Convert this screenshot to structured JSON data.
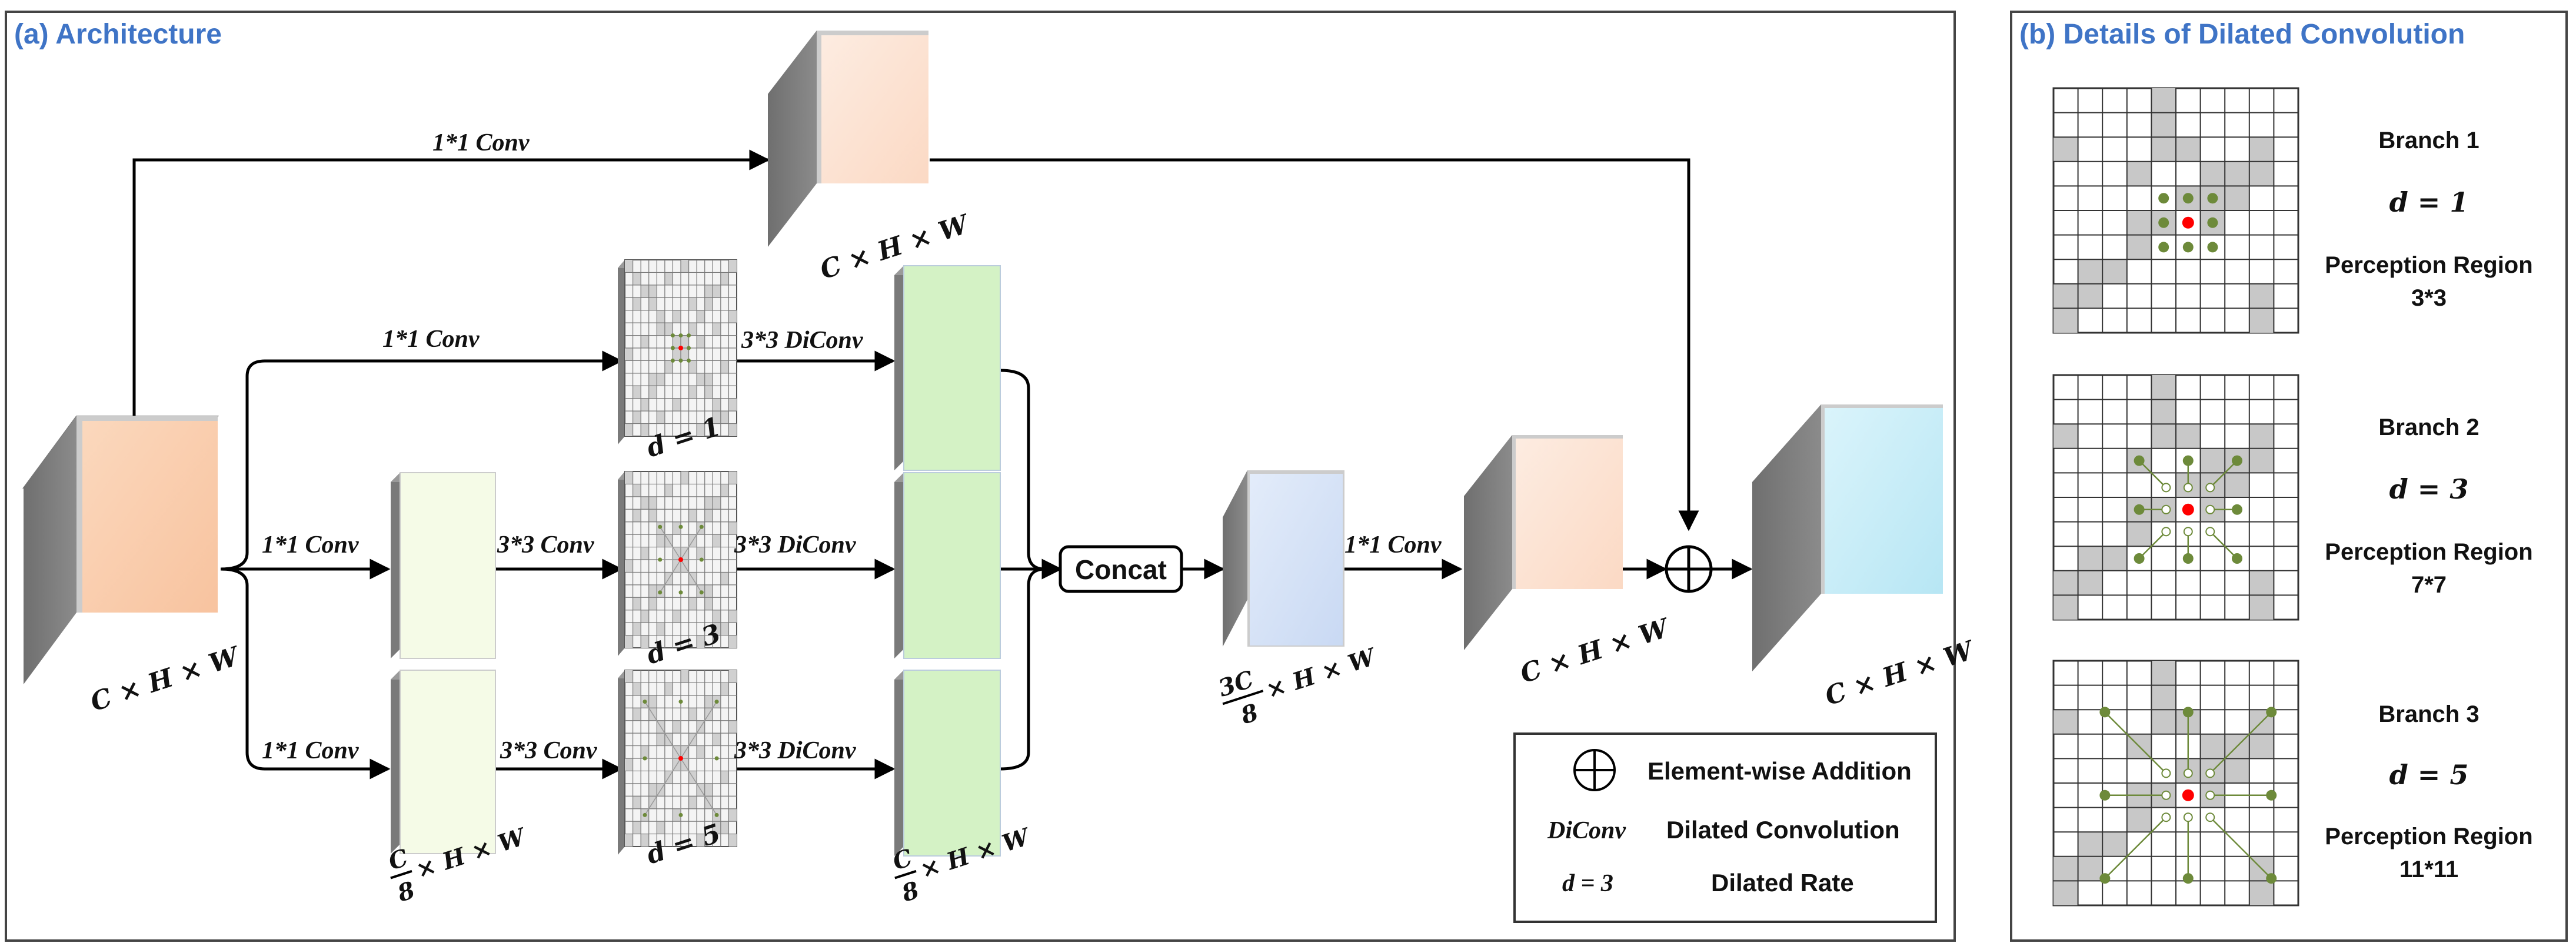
{
  "architecture_panel": {
    "title": "(a) Architecture",
    "labels": {
      "conv1x1": "1*1 Conv",
      "conv3x3": "3*3 Conv",
      "diconv3x3": "3*3 DiConv",
      "concat": "Concat"
    },
    "dims": {
      "chw": "C × H × W",
      "frac_c": "C",
      "frac_3c": "3C",
      "frac_den": "8",
      "frac_rest": "× H × W"
    },
    "rates": [
      "d = 1",
      "d = 3",
      "d = 5"
    ]
  },
  "legend": {
    "addition": "Element-wise Addition",
    "diconv_symbol": "DiConv",
    "diconv_text": "Dilated Convolution",
    "rate_symbol": "d = 3",
    "rate_text": "Dilated Rate"
  },
  "details_panel": {
    "title": "(b) Details of Dilated Convolution",
    "branches": [
      {
        "name": "Branch 1",
        "d": "d = 1",
        "region_label": "Perception Region",
        "region": "3*3"
      },
      {
        "name": "Branch 2",
        "d": "d = 3",
        "region_label": "Perception Region",
        "region": "7*7"
      },
      {
        "name": "Branch 3",
        "d": "d = 5",
        "region_label": "Perception Region",
        "region": "11*11"
      }
    ]
  },
  "colors": {
    "title_blue": "#3f74c6",
    "cube_side": "#7a7a7a",
    "cube_top": "#a9a9a9",
    "face_orange": "#fbd3b6",
    "face_peach": "#fde3d3",
    "face_cream": "#f7fbe8",
    "face_green": "#d6f3c8",
    "face_lavender": "#d6e3f6",
    "face_cyan": "#c9eef7",
    "dot_green": "#6d8a3a",
    "dot_red": "#ff0000",
    "grid_gray": "#c8c8c8"
  }
}
